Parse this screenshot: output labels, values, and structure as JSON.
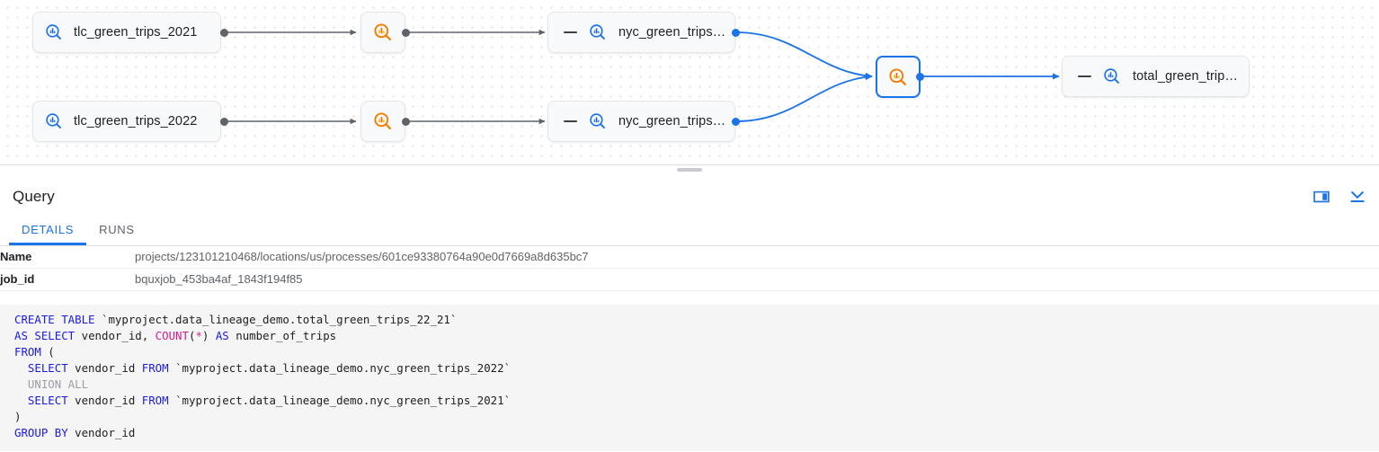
{
  "lineage": {
    "nodes": [
      {
        "id": "tlc2021",
        "label": "tlc_green_trips_2021",
        "icon": "bigquery-table-search-icon-blue",
        "kind": "table",
        "has_collapse_dash": false,
        "selected": false
      },
      {
        "id": "tlc2022",
        "label": "tlc_green_trips_2022",
        "icon": "bigquery-table-search-icon-blue",
        "kind": "table",
        "has_collapse_dash": false,
        "selected": false
      },
      {
        "id": "proc1",
        "label": "",
        "icon": "bigquery-process-search-icon-orange",
        "kind": "process",
        "has_collapse_dash": false,
        "selected": false
      },
      {
        "id": "proc2",
        "label": "",
        "icon": "bigquery-process-search-icon-orange",
        "kind": "process",
        "has_collapse_dash": false,
        "selected": false
      },
      {
        "id": "nyc2021",
        "label": "nyc_green_trips…",
        "icon": "bigquery-table-search-icon-blue",
        "kind": "table",
        "has_collapse_dash": true,
        "selected": false
      },
      {
        "id": "nyc2022",
        "label": "nyc_green_trips…",
        "icon": "bigquery-table-search-icon-blue",
        "kind": "table",
        "has_collapse_dash": true,
        "selected": false
      },
      {
        "id": "procsel",
        "label": "",
        "icon": "bigquery-process-search-icon-orange",
        "kind": "process",
        "has_collapse_dash": false,
        "selected": true
      },
      {
        "id": "totals",
        "label": "total_green_trip…",
        "icon": "bigquery-table-search-icon-blue",
        "kind": "table",
        "has_collapse_dash": true,
        "selected": false
      }
    ],
    "colors": {
      "edge_gray": "#5f6368",
      "edge_blue": "#1a73e8",
      "icon_blue": "#1a73e8",
      "icon_orange": "#f57c00",
      "node_bg": "#f8f9fa",
      "selected_border": "#1a73e8"
    }
  },
  "splitter": {
    "name": "resize-handle"
  },
  "panel": {
    "title": "Query",
    "actions": [
      {
        "name": "split-panel-icon",
        "label": "Split panel"
      },
      {
        "name": "collapse-panel-icon",
        "label": "Collapse panel"
      }
    ],
    "tabs": [
      {
        "label": "DETAILS",
        "active": true
      },
      {
        "label": "RUNS",
        "active": false
      }
    ],
    "details": {
      "rows": [
        {
          "key": "Name",
          "value": "projects/123101210468/locations/us/processes/601ce93380764a90e0d7669a8d635bc7"
        },
        {
          "key": "job_id",
          "value": "bquxjob_453ba4af_1843f194f85"
        }
      ]
    },
    "code": {
      "language": "sql",
      "lines": [
        [
          {
            "t": "CREATE TABLE ",
            "c": "kw"
          },
          {
            "t": "`myproject.data_lineage_demo.total_green_trips_22_21`",
            "c": "lit"
          }
        ],
        [
          {
            "t": "AS SELECT ",
            "c": "kw"
          },
          {
            "t": "vendor_id, ",
            "c": "lit"
          },
          {
            "t": "COUNT",
            "c": "fn"
          },
          {
            "t": "(",
            "c": "lit"
          },
          {
            "t": "*",
            "c": "fn"
          },
          {
            "t": ") ",
            "c": "lit"
          },
          {
            "t": "AS ",
            "c": "kw"
          },
          {
            "t": "number_of_trips",
            "c": "lit"
          }
        ],
        [
          {
            "t": "FROM",
            "c": "kw"
          },
          {
            "t": " (",
            "c": "lit"
          }
        ],
        [
          {
            "t": "  ",
            "c": "lit"
          },
          {
            "t": "SELECT ",
            "c": "kw"
          },
          {
            "t": "vendor_id ",
            "c": "lit"
          },
          {
            "t": "FROM ",
            "c": "kw"
          },
          {
            "t": "`myproject.data_lineage_demo.nyc_green_trips_2022`",
            "c": "lit"
          }
        ],
        [
          {
            "t": "  UNION ALL",
            "c": "dim"
          }
        ],
        [
          {
            "t": "  ",
            "c": "lit"
          },
          {
            "t": "SELECT ",
            "c": "kw"
          },
          {
            "t": "vendor_id ",
            "c": "lit"
          },
          {
            "t": "FROM ",
            "c": "kw"
          },
          {
            "t": "`myproject.data_lineage_demo.nyc_green_trips_2021`",
            "c": "lit"
          }
        ],
        [
          {
            "t": ")",
            "c": "lit"
          }
        ],
        [
          {
            "t": "GROUP BY ",
            "c": "kw"
          },
          {
            "t": "vendor_id",
            "c": "lit"
          }
        ]
      ]
    }
  }
}
